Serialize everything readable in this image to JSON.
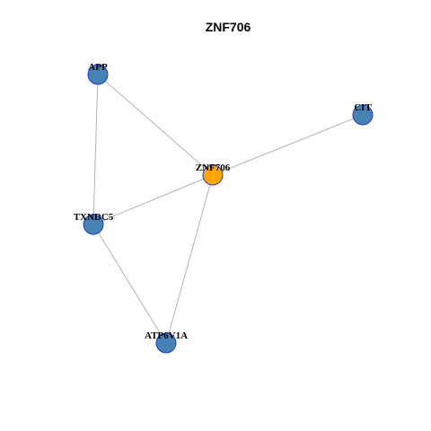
{
  "title": "ZNF706",
  "colors": {
    "focus_node": "#FFA500",
    "neighbor_node": "#4682B4",
    "node_border": "#1F3FD6",
    "edge": "#B3B3B3"
  },
  "nodes": [
    {
      "id": "APP",
      "label": "APP",
      "role": "neighbor"
    },
    {
      "id": "CIT",
      "label": "CIT",
      "role": "neighbor"
    },
    {
      "id": "ZNF706",
      "label": "ZNF706",
      "role": "focus"
    },
    {
      "id": "TXNDC5",
      "label": "TXNDC5",
      "role": "neighbor"
    },
    {
      "id": "ATP6V1A",
      "label": "ATP6V1A",
      "role": "neighbor"
    }
  ],
  "edges": [
    {
      "source": "APP",
      "target": "ZNF706"
    },
    {
      "source": "APP",
      "target": "TXNDC5"
    },
    {
      "source": "CIT",
      "target": "ZNF706"
    },
    {
      "source": "ZNF706",
      "target": "TXNDC5"
    },
    {
      "source": "ZNF706",
      "target": "ATP6V1A"
    },
    {
      "source": "TXNDC5",
      "target": "ATP6V1A"
    }
  ]
}
